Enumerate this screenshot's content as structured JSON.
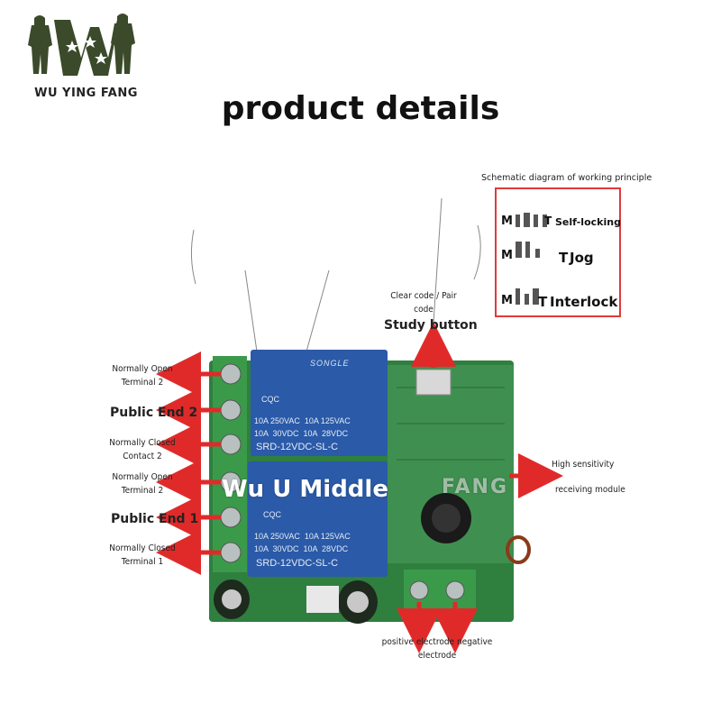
{
  "brand": {
    "logo_text": "WU YING FANG"
  },
  "title": "product details",
  "left_labels": {
    "no2": "Normally Open\nTerminal 2",
    "pub2": "Public End 2",
    "nc2": "Normally Closed\nContact 2",
    "no1": "Normally Open\nTerminal 2",
    "pub1": "Public End 1",
    "nc1": "Normally Closed\nTerminal 1"
  },
  "top_labels": {
    "clear": "Clear code / Pair\ncode",
    "study": "Study button"
  },
  "right_labels": {
    "hs1": "High sensitivity",
    "hs2": "receiving module"
  },
  "bottom_labels": {
    "electrode": "positive electrode negative\nelectrode"
  },
  "watermark": {
    "text": "Wu U Middle",
    "fang": "FANG"
  },
  "schematic": {
    "title": "Schematic diagram of working principle",
    "rows": [
      {
        "m": "M",
        "t": "T",
        "label": "Self-locking"
      },
      {
        "m": "M",
        "t": "T",
        "label": "Jog"
      },
      {
        "m": "M",
        "t": "T",
        "label": "Interlock"
      }
    ]
  },
  "relays": [
    {
      "brand": "SONGLE",
      "cert": "CQC",
      "spec1": "10A 250VAC  10A 125VAC",
      "spec2": "10A  30VDC  10A  28VDC",
      "model": "SRD-12VDC-SL-C"
    },
    {
      "brand": "",
      "cert": "CQC",
      "spec1": "10A 250VAC  10A 125VAC",
      "spec2": "10A  30VDC  10A  28VDC",
      "model": "SRD-12VDC-SL-C"
    }
  ],
  "colors": {
    "arrow": "#e02a2a",
    "relay": "#2a5aa8",
    "terminal": "#3a9a4a",
    "pcb": "#2f7f3f"
  }
}
